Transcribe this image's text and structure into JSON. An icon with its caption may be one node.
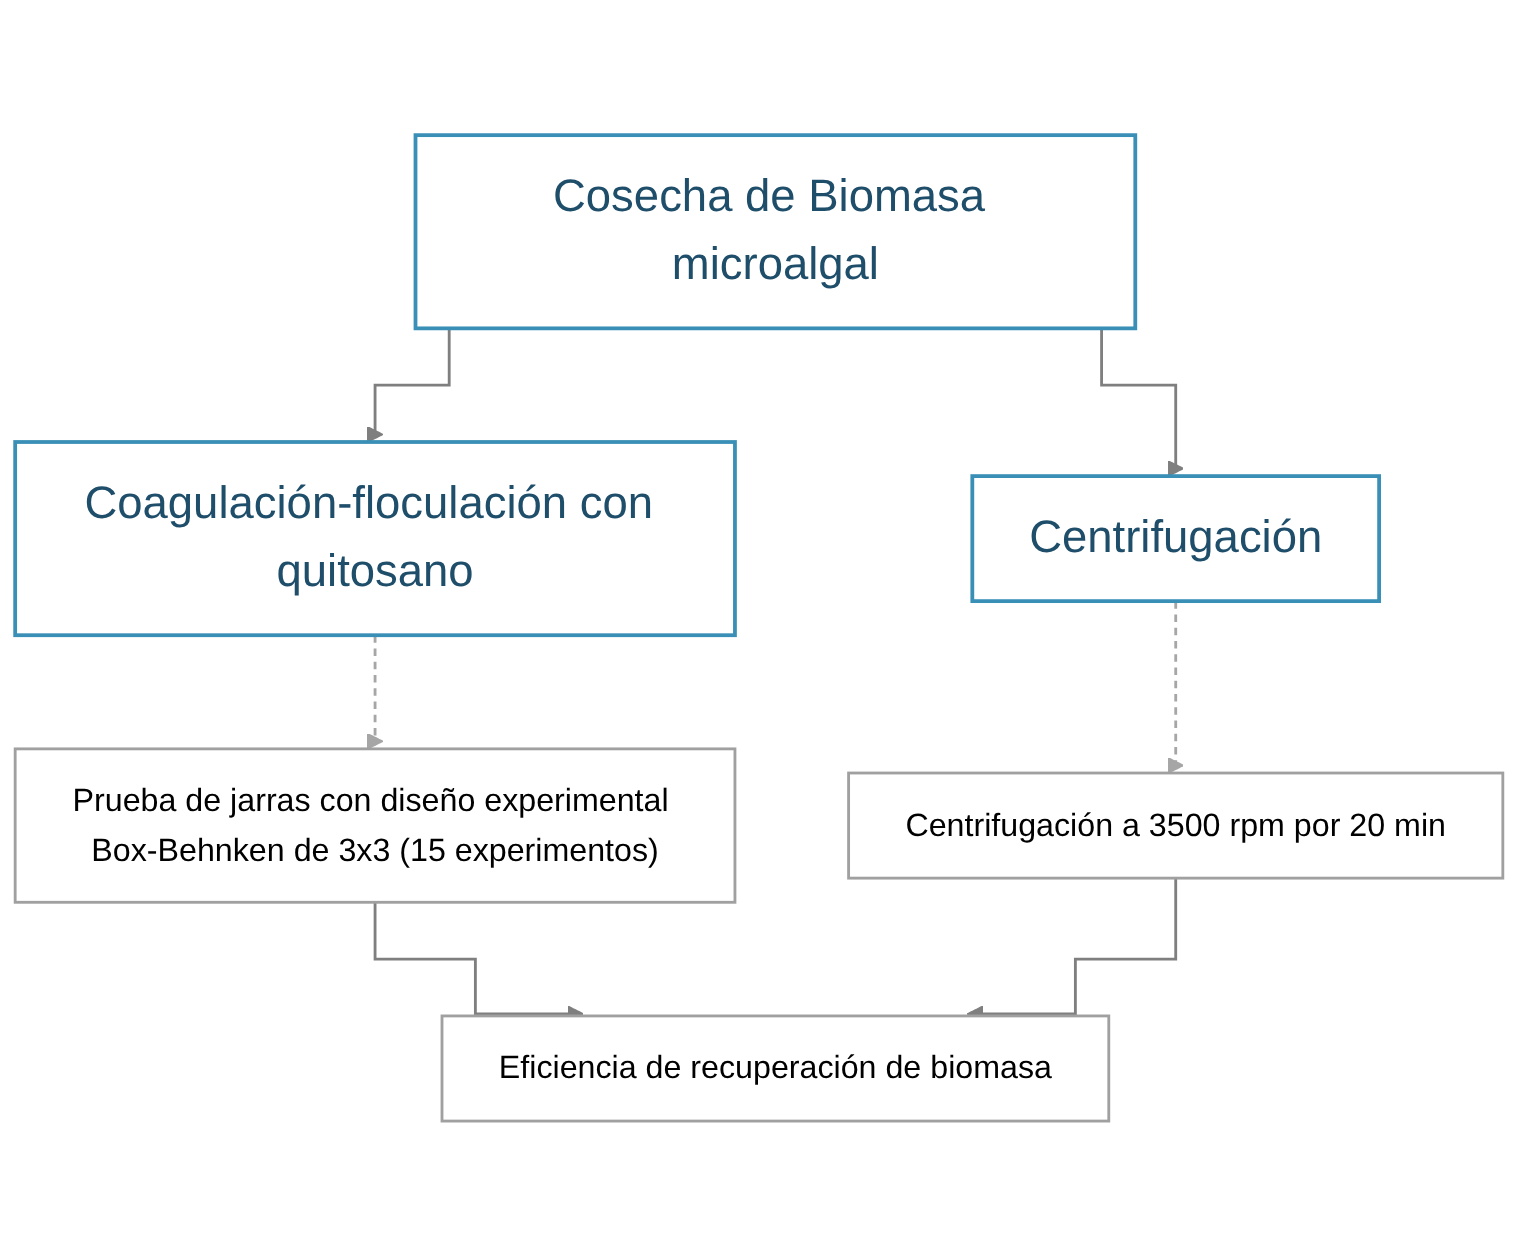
{
  "diagram": {
    "nodes": [
      {
        "text": [
          "Cosecha de Biomasa microalgal"
        ]
      },
      {
        "text": [
          "Coagulación-floculación con quitosano"
        ]
      },
      {
        "text": [
          "Centrifugación"
        ]
      },
      {
        "text": [
          "Prueba de jarras con diseño experimental Box-Behnken de 3x3 (15 experimentos)"
        ]
      },
      {
        "text": [
          "Centrifugación a 3500 rpm por 20 min"
        ]
      },
      {
        "text": [
          "Eficiencia de recuperación de biomasa"
        ]
      }
    ],
    "edges": [
      {
        "from": 0,
        "to": 1,
        "arrow": "to"
      },
      {
        "from": 0,
        "to": 2,
        "arrow": "to"
      },
      {
        "from": 1,
        "to": 3,
        "arrow": "to",
        "style": "dashed",
        "color": "#a6a6a6"
      },
      {
        "from": 2,
        "to": 4,
        "arrow": "to",
        "style": "dashed",
        "color": "#a6a6a6"
      },
      {
        "from": 3,
        "to": 5,
        "arrow": "to"
      },
      {
        "from": 4,
        "to": 5,
        "arrow": "to"
      }
    ]
  }
}
